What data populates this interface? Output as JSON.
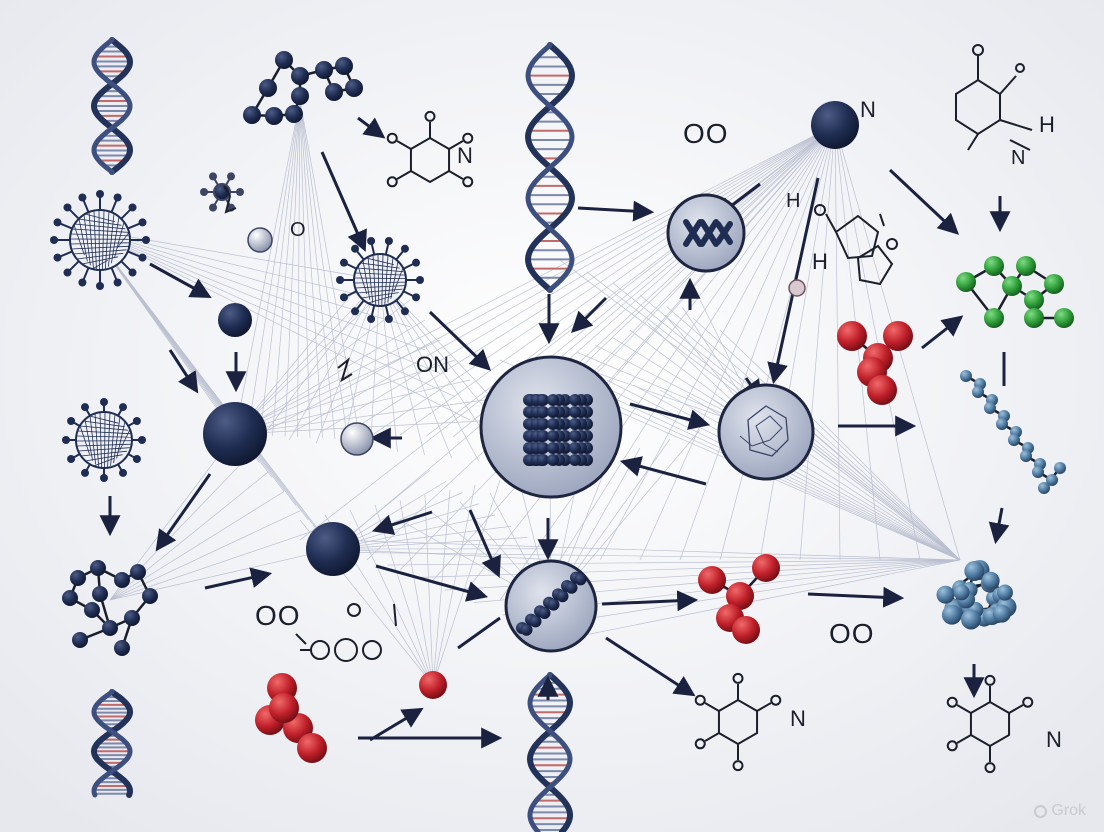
{
  "labels": {
    "oo_top": "OO",
    "h_top": "H",
    "n_top_right": "N",
    "h_right_molecule": "H",
    "n_right_molecule": "N",
    "n_hex_top": "N",
    "o_small": "O",
    "on_label": "ON",
    "h_mid": "H",
    "oo_bottom_left": "OO",
    "oo_bottom_right": "OO",
    "n_hex_bottom": "N",
    "n_hex_bottom_right": "N"
  },
  "watermark": "Grok",
  "colors": {
    "background": "#f3f4f7",
    "navy": "#1f2d52",
    "red": "#c0202a",
    "green": "#2f9e3a",
    "steel_blue": "#4f7aa0",
    "line": "#8e96b2"
  }
}
